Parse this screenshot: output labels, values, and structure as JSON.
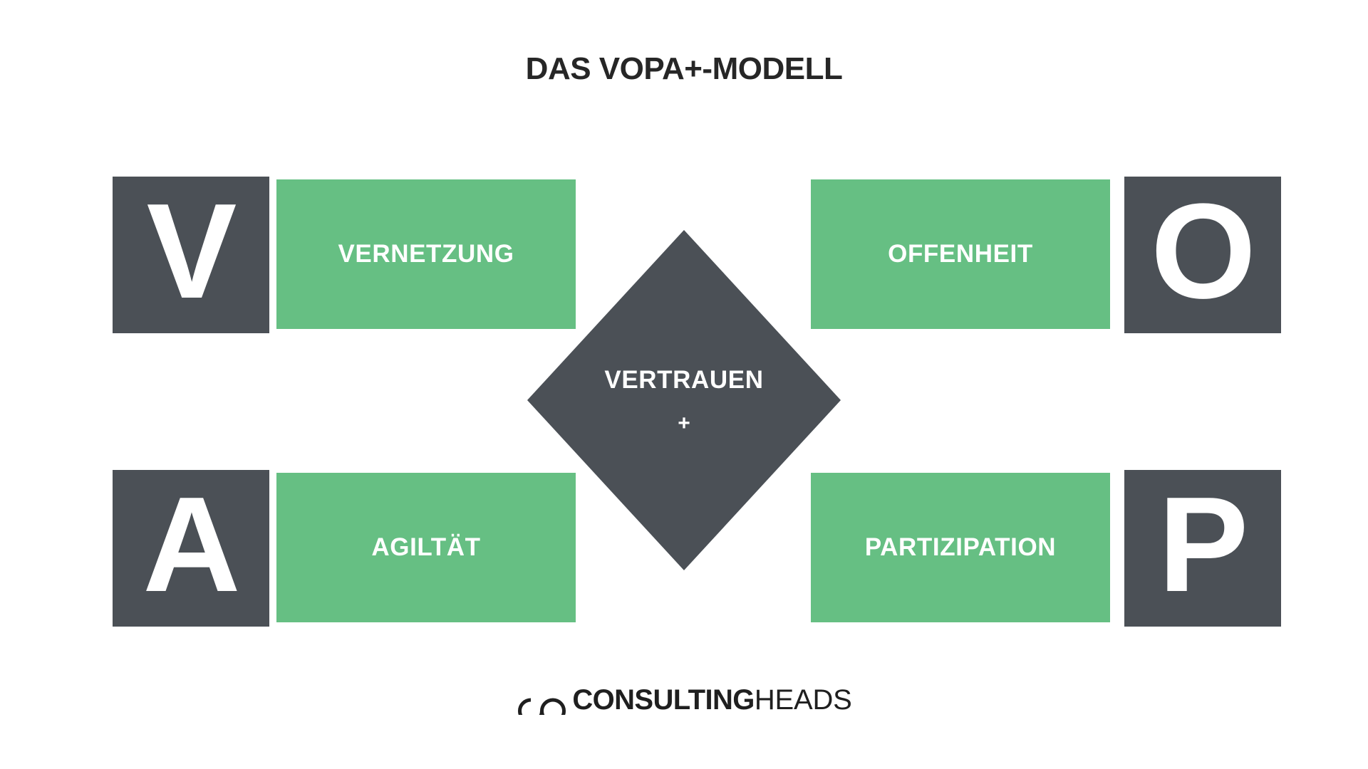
{
  "title": "DAS VOPA+-MODELL",
  "colors": {
    "dark": "#4b5056",
    "green": "#66bf83",
    "background": "#ffffff",
    "title_text": "#262626",
    "tile_text": "#ffffff",
    "logo_text": "#1f1f1f"
  },
  "letters": {
    "v": "V",
    "o": "O",
    "a": "A",
    "p": "P"
  },
  "bars": {
    "vernetzung": "VERNETZUNG",
    "offenheit": "OFFENHEIT",
    "agilitaet": "AGILTÄT",
    "partizipation": "PARTIZIPATION"
  },
  "center": {
    "label": "VERTRAUEN",
    "plus": "+"
  },
  "logo": {
    "bold_part": "CONSULTING",
    "light_part": "HEADS",
    "full": "CONSULTINGHEADS"
  }
}
